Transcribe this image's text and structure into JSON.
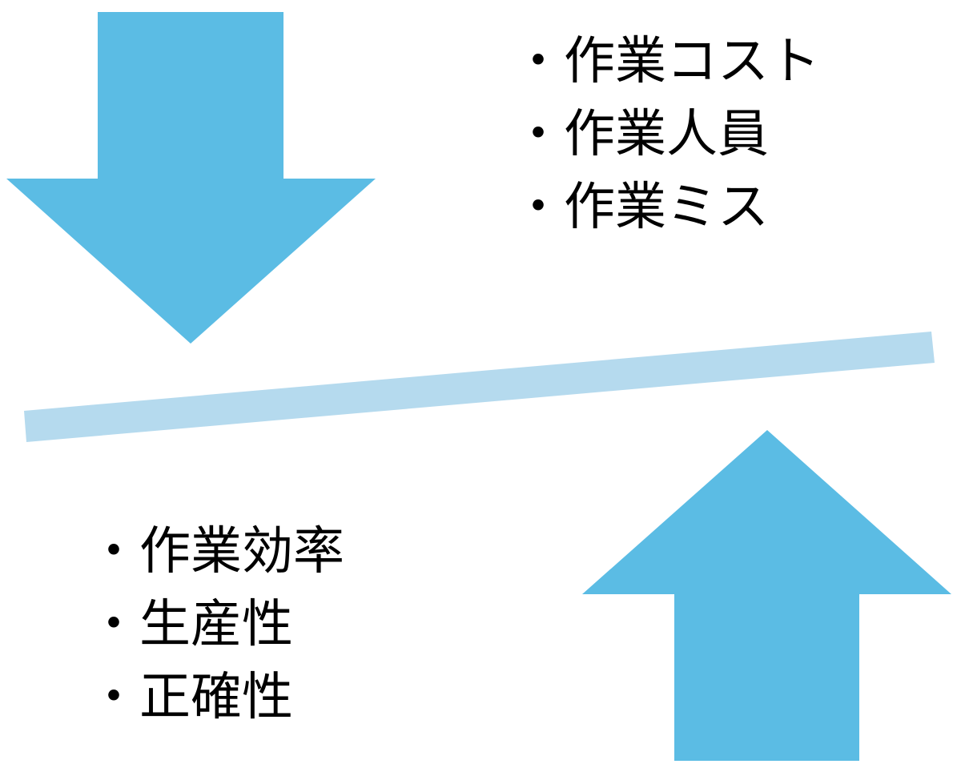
{
  "colors": {
    "arrow": "#5bbce4",
    "balance_bar": "#b5daee",
    "text": "#000000",
    "background": "#ffffff"
  },
  "decrease_list": {
    "items": [
      "・作業コスト",
      "・作業人員",
      "・作業ミス"
    ]
  },
  "increase_list": {
    "items": [
      "・作業効率",
      "・生産性",
      "・正確性"
    ]
  }
}
